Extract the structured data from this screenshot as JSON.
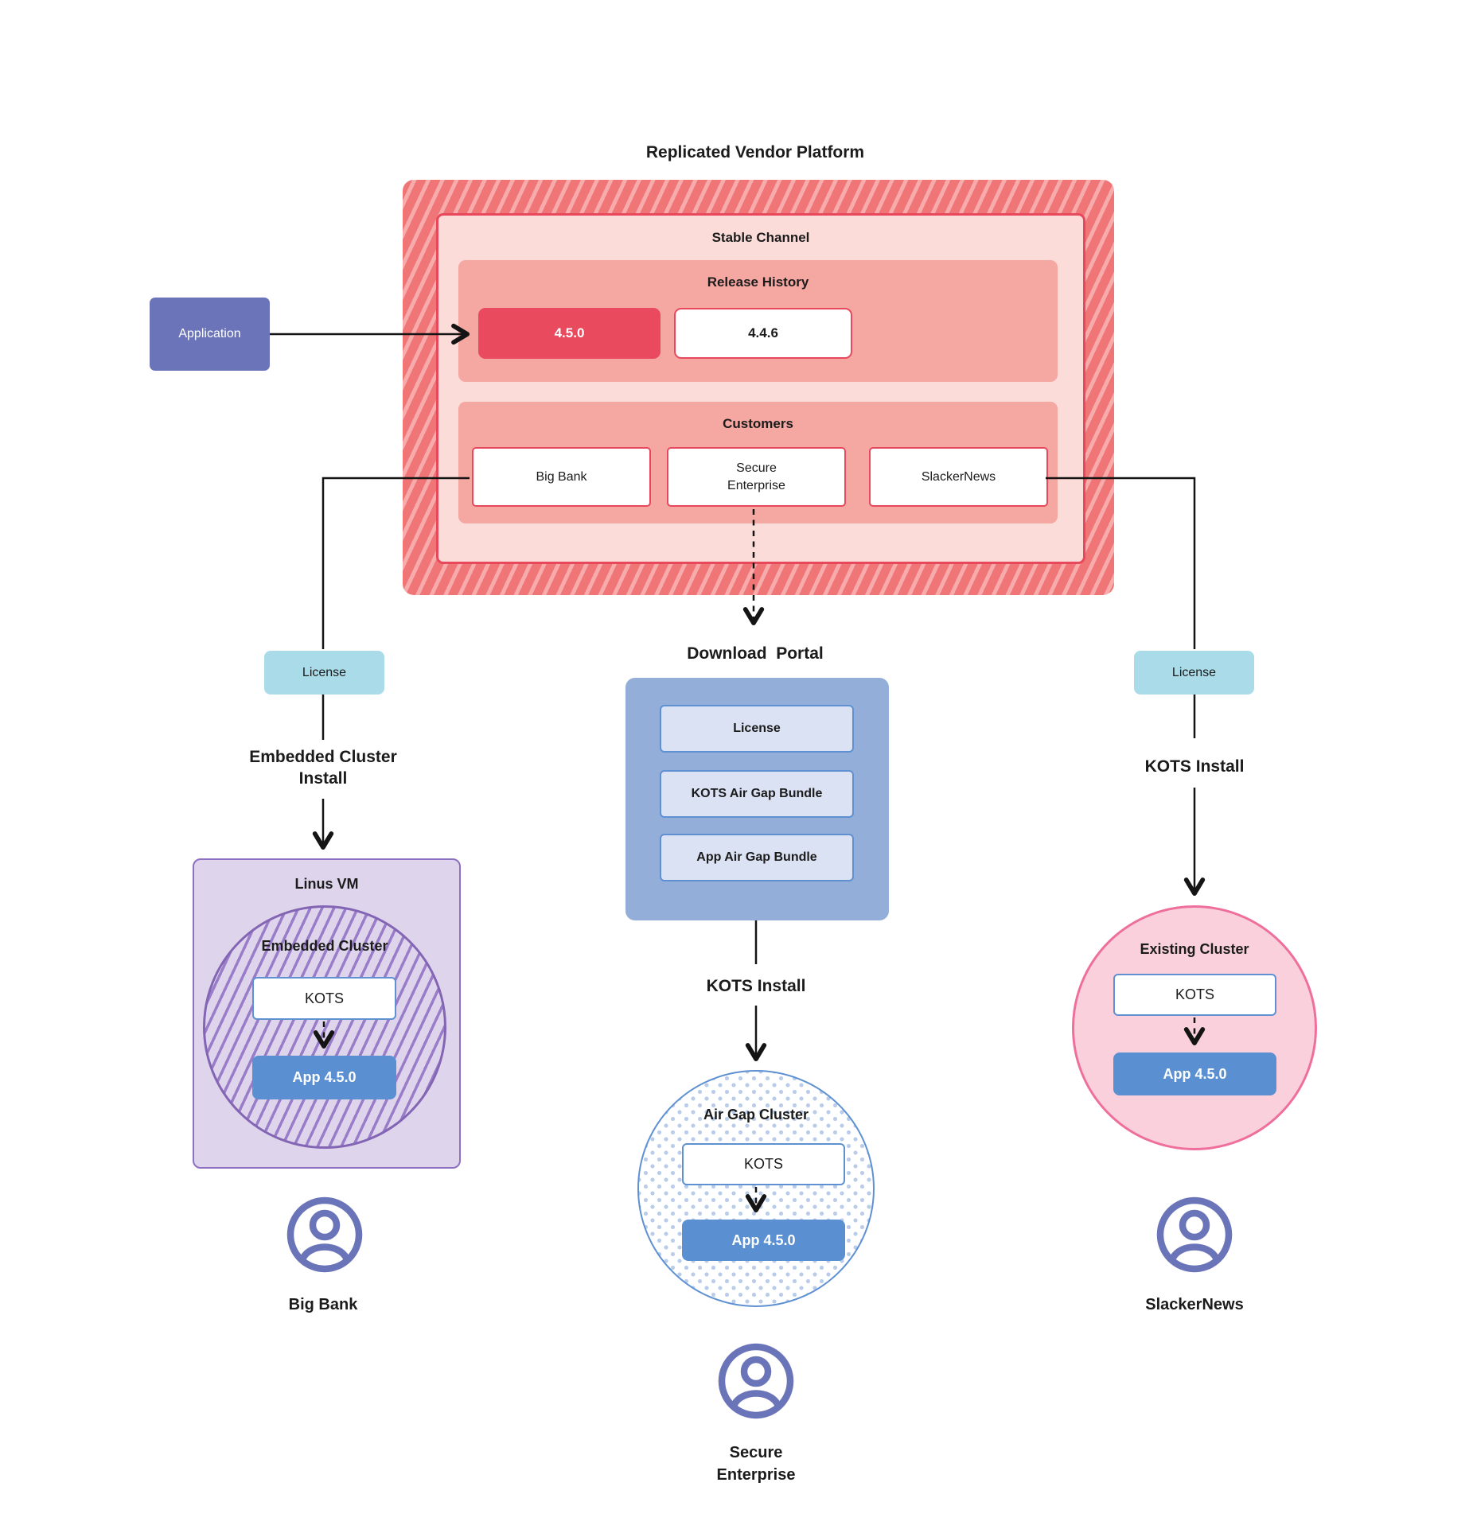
{
  "title": "Replicated Vendor Platform",
  "application": {
    "label": "Application"
  },
  "platform": {
    "stable_channel": {
      "label": "Stable Channel",
      "release_history": {
        "label": "Release History",
        "releases": [
          {
            "version": "4.5.0"
          },
          {
            "version": "4.4.6"
          }
        ]
      },
      "customers": {
        "label": "Customers",
        "items": [
          {
            "name": "Big Bank"
          },
          {
            "name": "Secure Enterprise"
          },
          {
            "name": "SlackerNews"
          }
        ]
      }
    }
  },
  "left_flow": {
    "license_label": "License",
    "install_label": "Embedded Cluster Install",
    "vm_label": "Linus VM",
    "cluster_label": "Embedded Cluster",
    "kots_label": "KOTS",
    "app_label": "App 4.5.0",
    "user_label": "Big Bank"
  },
  "middle_flow": {
    "portal_title": "Download  Portal",
    "portal_items": [
      {
        "label": "License"
      },
      {
        "label": "KOTS Air Gap Bundle"
      },
      {
        "label": "App Air Gap Bundle"
      }
    ],
    "install_label": "KOTS Install",
    "cluster_label": "Air Gap Cluster",
    "kots_label": "KOTS",
    "app_label": "App 4.5.0",
    "user_label": "Secure Enterprise"
  },
  "right_flow": {
    "license_label": "License",
    "install_label": "KOTS Install",
    "cluster_label": "Existing Cluster",
    "kots_label": "KOTS",
    "app_label": "App 4.5.0",
    "user_label": "SlackerNews"
  },
  "colors": {
    "accent_red": "#e8485c",
    "release_highlight": "#ea4a5e",
    "salmon": "#f5a7a2",
    "light_pink": "#fbdcd8",
    "hatch_red_dark": "#ef7577",
    "hatch_red_light": "#f7abaa",
    "application_purple": "#6b74b8",
    "license_teal": "#a9dce8",
    "portal_blue": "#93aed9",
    "portal_item_fill": "#dbe2f4",
    "blue_border": "#5e90d2",
    "app_blue": "#5a8fd2",
    "vm_fill": "#ded5ed",
    "vm_border": "#8f70c0",
    "existing_fill": "#fad0dc",
    "existing_border": "#ef6f9c",
    "person_icon": "#6a74b8"
  }
}
